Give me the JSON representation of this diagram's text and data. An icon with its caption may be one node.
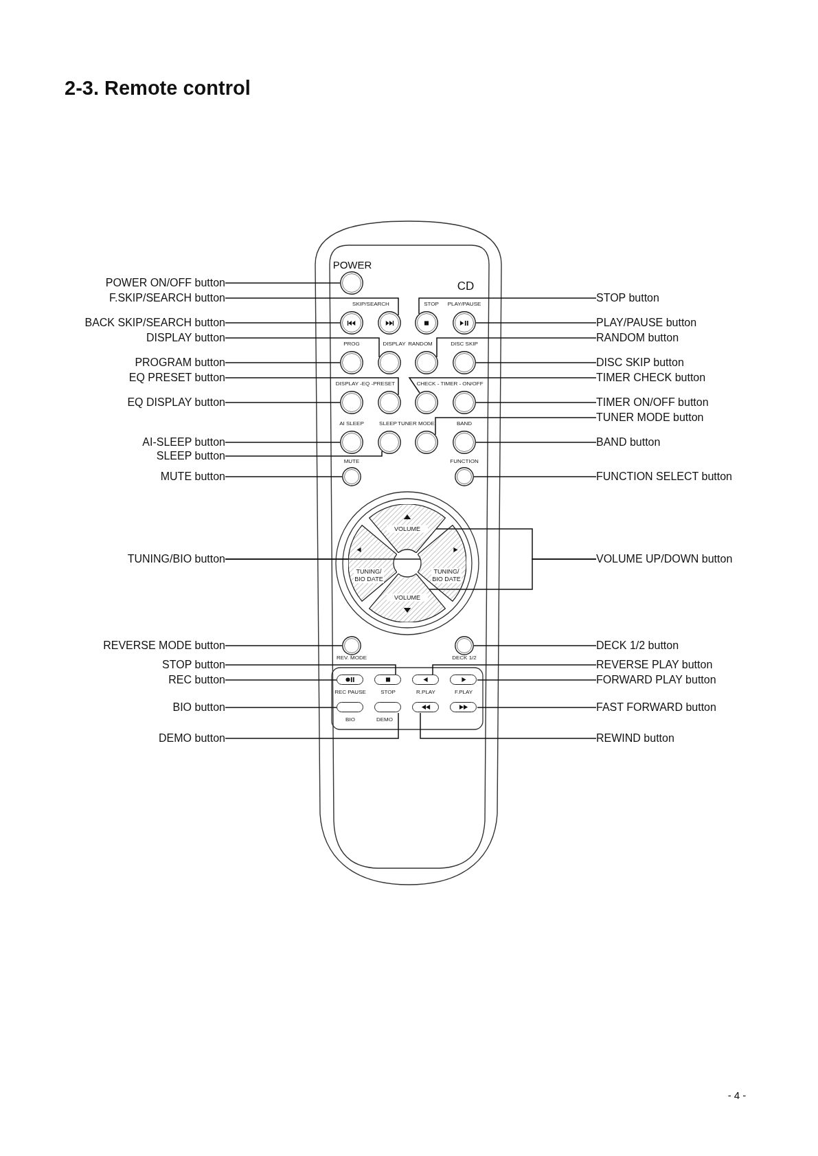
{
  "diagram": {
    "title": "2-3. Remote control",
    "nodes": [
      {
        "text": [
          "POWER ON/OFF button"
        ]
      },
      {
        "text": [
          "F.SKIP/SEARCH button"
        ]
      },
      {
        "text": [
          "BACK SKIP/SEARCH button"
        ]
      },
      {
        "text": [
          "DISPLAY button"
        ]
      },
      {
        "text": [
          "PROGRAM button"
        ]
      },
      {
        "text": [
          "EQ PRESET button"
        ]
      },
      {
        "text": [
          "EQ DISPLAY button"
        ]
      },
      {
        "text": [
          "AI-SLEEP button"
        ]
      },
      {
        "text": [
          "SLEEP button"
        ]
      },
      {
        "text": [
          "MUTE button"
        ]
      },
      {
        "text": [
          "TUNING/BIO button"
        ]
      },
      {
        "text": [
          "REVERSE MODE button"
        ]
      },
      {
        "text": [
          "STOP button"
        ]
      },
      {
        "text": [
          "REC button"
        ]
      },
      {
        "text": [
          "BIO button"
        ]
      },
      {
        "text": [
          "DEMO button"
        ]
      },
      {
        "text": [
          "STOP button"
        ]
      },
      {
        "text": [
          "PLAY/PAUSE button"
        ]
      },
      {
        "text": [
          "RANDOM button"
        ]
      },
      {
        "text": [
          "DISC SKIP button"
        ]
      },
      {
        "text": [
          "TIMER CHECK button"
        ]
      },
      {
        "text": [
          "TIMER ON/OFF button"
        ]
      },
      {
        "text": [
          "TUNER MODE button"
        ]
      },
      {
        "text": [
          "BAND button"
        ]
      },
      {
        "text": [
          "FUNCTION SELECT button"
        ]
      },
      {
        "text": [
          "VOLUME UP/DOWN button"
        ]
      },
      {
        "text": [
          "DECK 1/2 button"
        ]
      },
      {
        "text": [
          "REVERSE PLAY button"
        ]
      },
      {
        "text": [
          "FORWARD PLAY button"
        ]
      },
      {
        "text": [
          "FAST FORWARD button"
        ]
      },
      {
        "text": [
          "REWIND button"
        ]
      },
      {
        "text": [],
        "shape": "circle"
      },
      {
        "text": [],
        "shape": "circle"
      },
      {
        "text": [],
        "shape": "circle"
      },
      {
        "text": [],
        "shape": "circle"
      },
      {
        "text": [],
        "shape": "circle"
      },
      {
        "text": [],
        "shape": "circle"
      },
      {
        "text": [],
        "shape": "circle"
      },
      {
        "text": [],
        "shape": "circle"
      },
      {
        "text": [],
        "shape": "circle"
      },
      {
        "text": [],
        "shape": "circle"
      },
      {
        "text": [],
        "shape": "circle"
      },
      {
        "text": [],
        "shape": "circle"
      },
      {
        "text": [],
        "shape": "circle"
      },
      {
        "text": [],
        "shape": "circle"
      },
      {
        "text": [],
        "shape": "circle"
      },
      {
        "text": [],
        "shape": "circle"
      },
      {
        "text": [],
        "shape": "circle"
      },
      {
        "text": [],
        "shape": "circle"
      },
      {
        "text": [],
        "shape": "circle"
      },
      {
        "text": [
          "VOLUME"
        ]
      },
      {
        "text": [
          "TUNING/ BIO DATE"
        ]
      },
      {
        "text": [
          "TUNING/ BIO DATE"
        ]
      },
      {
        "text": [
          "VOLUME"
        ]
      },
      {
        "text": [],
        "shape": "circle"
      },
      {
        "text": [],
        "shape": "circle"
      },
      {
        "text": [],
        "shape": "box"
      },
      {
        "text": [],
        "shape": "box"
      },
      {
        "text": [],
        "shape": "box"
      },
      {
        "text": [],
        "shape": "box"
      },
      {
        "text": [],
        "shape": "box"
      },
      {
        "text": [],
        "shape": "box"
      },
      {
        "text": [],
        "shape": "box"
      },
      {
        "text": [],
        "shape": "box"
      }
    ],
    "edges": [
      {
        "from": 0,
        "to": 31,
        "arrow": "none"
      },
      {
        "from": 1,
        "to": 33,
        "arrow": "none"
      },
      {
        "from": 2,
        "to": 32,
        "arrow": "none"
      },
      {
        "from": 3,
        "to": 37,
        "arrow": "none"
      },
      {
        "from": 4,
        "to": 36,
        "arrow": "none"
      },
      {
        "from": 5,
        "to": 41,
        "arrow": "none"
      },
      {
        "from": 6,
        "to": 40,
        "arrow": "none"
      },
      {
        "from": 7,
        "to": 44,
        "arrow": "none"
      },
      {
        "from": 8,
        "to": 45,
        "arrow": "none"
      },
      {
        "from": 9,
        "to": 48,
        "arrow": "none"
      },
      {
        "from": 10,
        "to": 51,
        "arrow": "none"
      },
      {
        "from": 10,
        "to": 52,
        "arrow": "none"
      },
      {
        "from": 11,
        "to": 54,
        "arrow": "none"
      },
      {
        "from": 12,
        "to": 57,
        "arrow": "none"
      },
      {
        "from": 13,
        "to": 56,
        "arrow": "none"
      },
      {
        "from": 14,
        "to": 60,
        "arrow": "none"
      },
      {
        "from": 15,
        "to": 61,
        "arrow": "none"
      },
      {
        "from": 16,
        "to": 34,
        "arrow": "none"
      },
      {
        "from": 17,
        "to": 35,
        "arrow": "none"
      },
      {
        "from": 18,
        "to": 38,
        "arrow": "none"
      },
      {
        "from": 19,
        "to": 39,
        "arrow": "none"
      },
      {
        "from": 20,
        "to": 42,
        "arrow": "none"
      },
      {
        "from": 21,
        "to": 43,
        "arrow": "none"
      },
      {
        "from": 22,
        "to": 46,
        "arrow": "none"
      },
      {
        "from": 23,
        "to": 47,
        "arrow": "none"
      },
      {
        "from": 24,
        "to": 49,
        "arrow": "none"
      },
      {
        "from": 25,
        "to": 50,
        "arrow": "none"
      },
      {
        "from": 25,
        "to": 53,
        "arrow": "none"
      },
      {
        "from": 26,
        "to": 55,
        "arrow": "none"
      },
      {
        "from": 27,
        "to": 58,
        "arrow": "none"
      },
      {
        "from": 28,
        "to": 59,
        "arrow": "none"
      },
      {
        "from": 29,
        "to": 63,
        "arrow": "none"
      },
      {
        "from": 30,
        "to": 62,
        "arrow": "none"
      }
    ],
    "labels": [
      "POWER",
      "CD",
      "SKIP/SEARCH",
      "STOP",
      "PLAY/PAUSE",
      "PROG",
      "DISPLAY",
      "RANDOM",
      "DISC SKIP",
      "DISPLAY -EQ -PRESET",
      "CHECK - TIMER - ON/OFF",
      "AI SLEEP",
      "SLEEP",
      "TUNER MODE",
      "BAND",
      "MUTE",
      "FUNCTION",
      "REV. MODE",
      "DECK 1/2",
      "REC PAUSE",
      "STOP",
      "R.PLAY",
      "F.PLAY",
      "BIO",
      "DEMO",
      "- 4 -"
    ]
  }
}
